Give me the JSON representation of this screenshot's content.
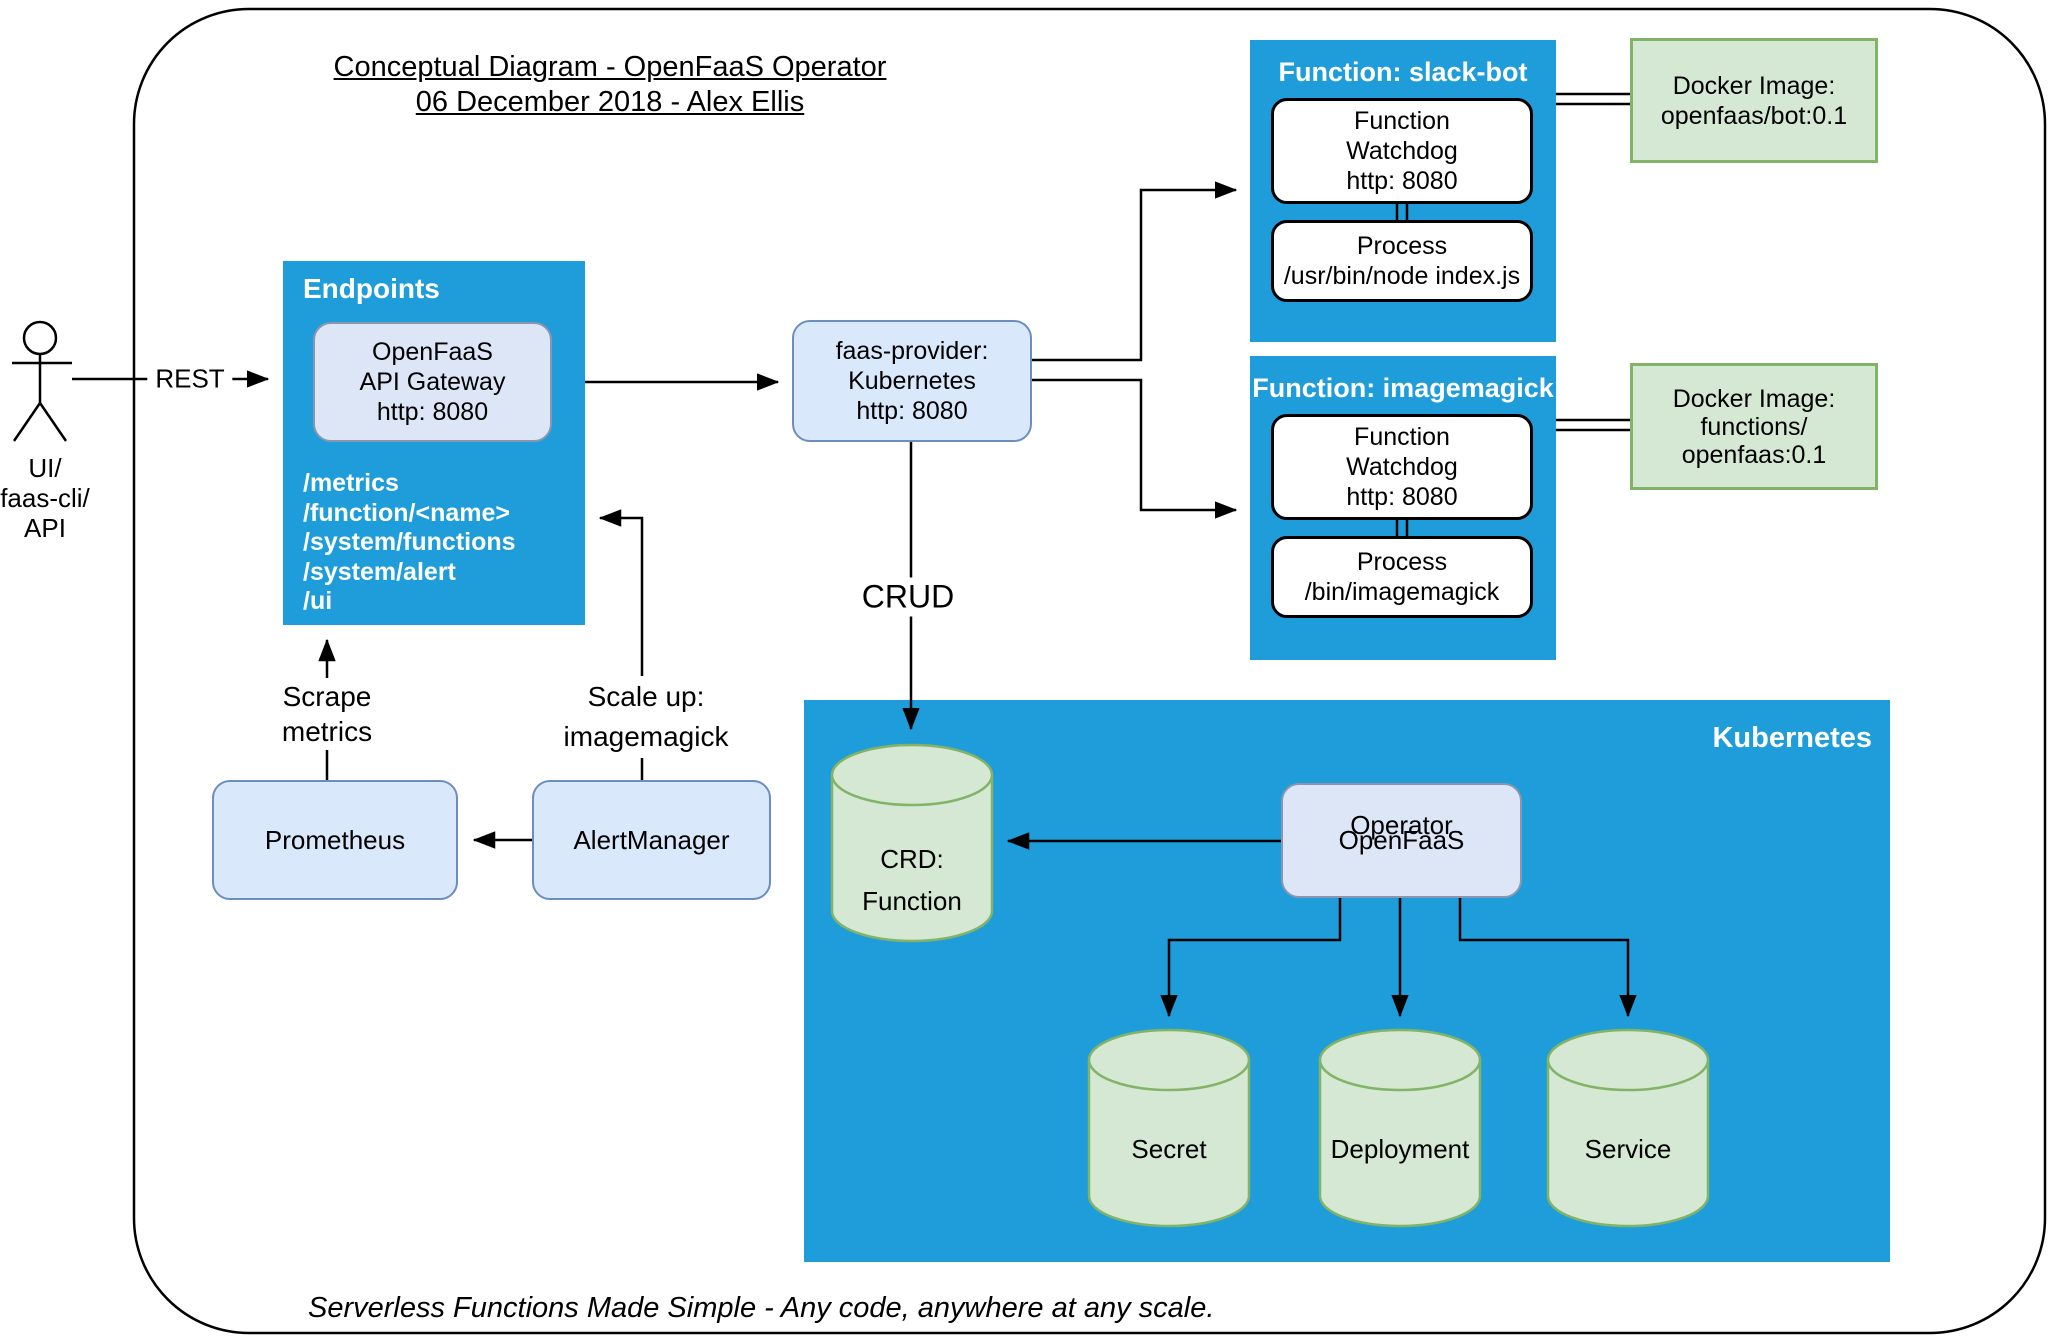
{
  "title": {
    "line1": "Conceptual Diagram - OpenFaaS Operator",
    "line2": "06 December 2018 - Alex Ellis"
  },
  "actor": {
    "line1": "UI/",
    "line2": "faas-cli/",
    "line3": "API"
  },
  "labels": {
    "rest": "REST",
    "crud": "CRUD",
    "scrape_line1": "Scrape",
    "scrape_line2": "metrics",
    "scale_line1": "Scale up:",
    "scale_line2": "imagemagick"
  },
  "endpoints": {
    "header": "Endpoints",
    "gateway": {
      "line1": "OpenFaaS",
      "line2": "API Gateway",
      "line3": "http: 8080"
    },
    "routes": [
      "/metrics",
      "/function/<name>",
      "/system/functions",
      "/system/alert",
      "/ui"
    ]
  },
  "faas_provider": {
    "line1": "faas-provider:",
    "line2": "Kubernetes",
    "line3": "http: 8080"
  },
  "functions": [
    {
      "title": "Function: slack-bot",
      "watchdog_line1": "Function",
      "watchdog_line2": "Watchdog",
      "watchdog_line3": "http: 8080",
      "process_line1": "Process",
      "process_line2": "/usr/bin/node index.js"
    },
    {
      "title": "Function: imagemagick",
      "watchdog_line1": "Function",
      "watchdog_line2": "Watchdog",
      "watchdog_line3": "http: 8080",
      "process_line1": "Process",
      "process_line2": "/bin/imagemagick"
    }
  ],
  "docker_images": [
    {
      "line1": "Docker Image:",
      "line2": "openfaas/bot:0.1"
    },
    {
      "line1": "Docker Image:",
      "line2": "functions/",
      "line3": "openfaas:0.1"
    }
  ],
  "monitoring": {
    "prometheus": "Prometheus",
    "alertmanager": "AlertManager"
  },
  "kubernetes": {
    "header": "Kubernetes",
    "crd_line1": "CRD:",
    "crd_line2": "Function",
    "cylinders": [
      "Secret",
      "Deployment",
      "Service"
    ]
  },
  "footer": {
    "tagline": "Serverless Functions Made Simple - Any code, anywhere at any scale."
  },
  "colors": {
    "blue_box": "#1e9dda",
    "light_blue_fill": "#dae8fc",
    "light_blue_border": "#6c8ebf",
    "lavender_fill": "#dde6f7",
    "lavender_border": "#8a96b0",
    "green_fill": "#d5e8d4",
    "green_border": "#82b366",
    "line_color": "#000000"
  }
}
